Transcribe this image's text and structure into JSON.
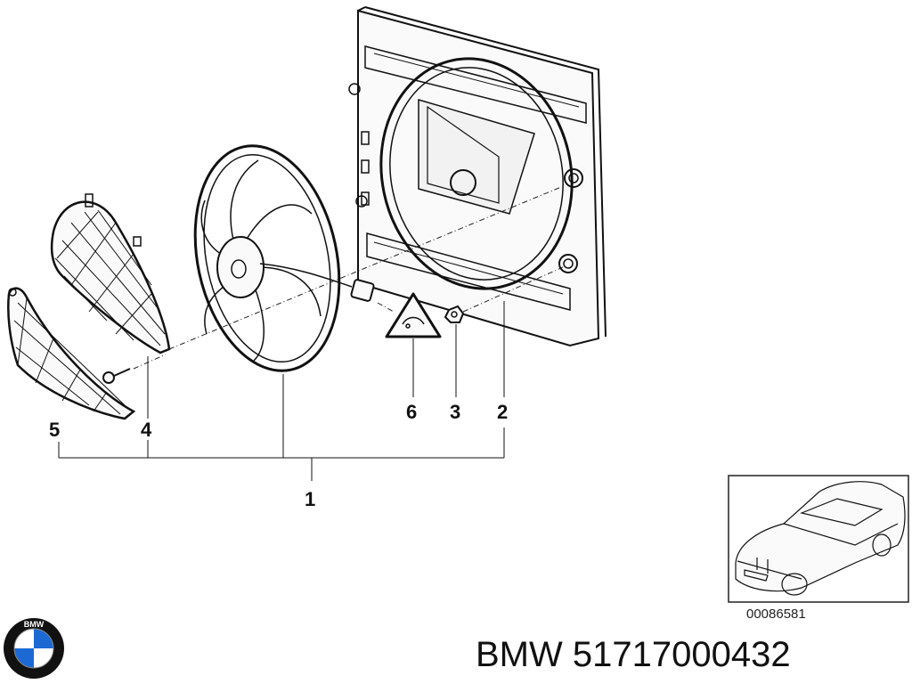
{
  "callouts": {
    "c1": "1",
    "c2": "2",
    "c3": "3",
    "c4": "4",
    "c5": "5",
    "c6": "6"
  },
  "inset": {
    "reference": "00086581"
  },
  "footer": {
    "title": "BMW 51717000432"
  },
  "logo": {
    "letters": "BMW",
    "colors": {
      "blue": "#1c69d4",
      "ring": "#111111",
      "white": "#ffffff"
    }
  }
}
